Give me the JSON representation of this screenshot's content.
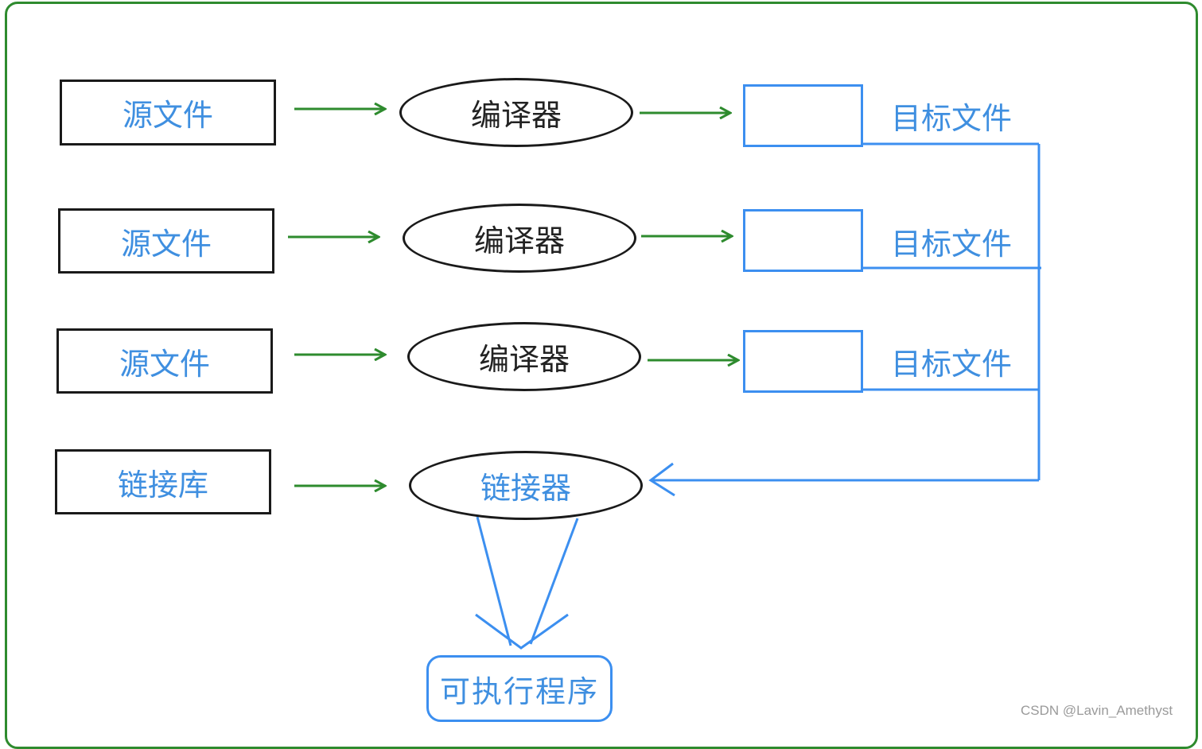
{
  "diagram": {
    "rows": [
      {
        "source": "源文件",
        "processor": "编译器",
        "output": "目标文件"
      },
      {
        "source": "源文件",
        "processor": "编译器",
        "output": "目标文件"
      },
      {
        "source": "源文件",
        "processor": "编译器",
        "output": "目标文件"
      }
    ],
    "library": "链接库",
    "linker": "链接器",
    "executable": "可执行程序"
  },
  "watermark": "CSDN @Lavin_Amethyst",
  "colors": {
    "frame": "#2e8b2e",
    "green_arrow": "#2e8b2e",
    "blue_line": "#3c8ff0",
    "blue_text": "#3f8fe0"
  }
}
